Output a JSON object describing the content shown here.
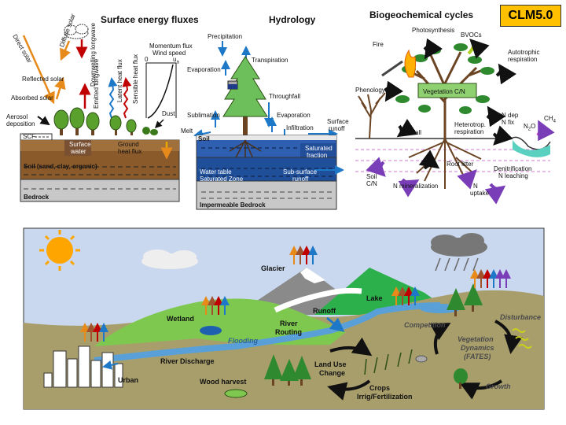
{
  "badge": "CLM5.0",
  "colors": {
    "badge": "#ffc000",
    "soil": "#8b5a2b",
    "water": "#2e5fb0",
    "bedrock": "#c8c8c8",
    "grass": "#7ec850",
    "sky_arrow": "#1e78c8"
  },
  "energy": {
    "title": "Surface energy fluxes",
    "direct_solar": "Direct solar",
    "diffuse_solar": "Diffuse solar",
    "downwelling_longwave": "Downwelling longwave",
    "reflected_solar": "Reflected solar",
    "emitted_longwave": "Emitted longwave",
    "latent_heat_flux": "Latent heat flux",
    "sensible_heat_flux": "Sensible heat flux",
    "absorbed_solar": "Absorbed solar",
    "momentum_flux": "Momentum flux",
    "wind_speed": "Wind speed",
    "axis_zero": "0",
    "axis_ua": "u",
    "axis_ua_sub": "a",
    "aerosol_line1": "Aerosol",
    "aerosol_line2": "deposition",
    "dust": "Dust",
    "scf": "SCF",
    "surface_water_line1": "Surface",
    "surface_water_line2": "water",
    "ground_heat_line1": "Ground",
    "ground_heat_line2": "heat flux",
    "soil": "Soil (sand, clay, organic)",
    "bedrock": "Bedrock"
  },
  "hydrology": {
    "title": "Hydrology",
    "precipitation": "Precipitation",
    "evaporation_upper": "Evaporation",
    "transpiration": "Transpiration",
    "throughfall": "Throughfall",
    "sublimation": "Sublimation",
    "evaporation_lower": "Evaporation",
    "infiltration": "Infiltration",
    "surface_runoff_line1": "Surface",
    "surface_runoff_line2": "runoff",
    "melt": "Melt",
    "soil": "Soil",
    "saturated_line1": "Saturated",
    "saturated_line2": "fraction",
    "water_table_line1": "Water table",
    "water_table_line2": "Saturated Zone",
    "subsurface_line1": "Sub-surface",
    "subsurface_line2": "runoff",
    "impermeable": "Impermeable Bedrock"
  },
  "biogeo": {
    "title": "Biogeochemical cycles",
    "fire": "Fire",
    "photosynthesis": "Photosynthesis",
    "bvocs": "BVOCs",
    "autotrophic_line1": "Autotrophic",
    "autotrophic_line2": "respiration",
    "phenology": "Phenology",
    "vegetation_cn": "Vegetation C/N",
    "n_dep": "N dep",
    "n_fix": "N fix",
    "litterfall": "Litterfall",
    "heterotrop_line1": "Heterotrop.",
    "heterotrop_line2": "respiration",
    "n2o": "N",
    "n2o_sub": "2",
    "n2o_end": "O",
    "ch4": "CH",
    "ch4_sub": "4",
    "root_litter": "Root litter",
    "soil_cn_line1": "Soil",
    "soil_cn_line2": "C/N",
    "n_mineralization": "N mineralization",
    "n_uptake_line1": "N",
    "n_uptake_line2": "uptake",
    "denitrification": "Denitrification",
    "n_leaching": "N leaching"
  },
  "landscape": {
    "glacier": "Glacier",
    "lake": "Lake",
    "wetland": "Wetland",
    "river_routing_line1": "River",
    "river_routing_line2": "Routing",
    "runoff": "Runoff",
    "flooding": "Flooding",
    "competition": "Competition",
    "disturbance": "Disturbance",
    "veg_dyn_line1": "Vegetation",
    "veg_dyn_line2": "Dynamics",
    "veg_dyn_line3": "(FATES)",
    "growth": "Growth",
    "river_discharge": "River Discharge",
    "urban": "Urban",
    "land_use_line1": "Land Use",
    "land_use_line2": "Change",
    "wood_harvest": "Wood harvest",
    "crops_line1": "Crops",
    "crops_line2": "Irrig/Fertilization"
  }
}
